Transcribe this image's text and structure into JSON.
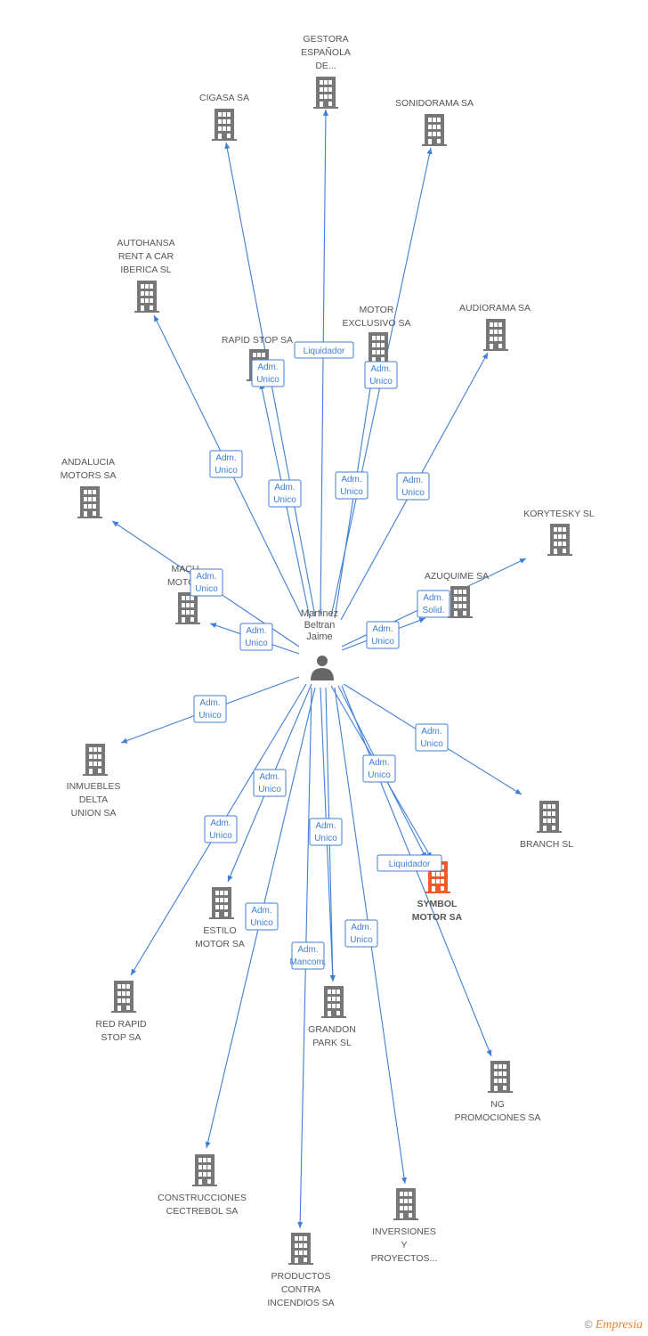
{
  "colors": {
    "edge": "#3f7fd6",
    "node": "#777777",
    "main_node": "#f05a28",
    "person": "#666666"
  },
  "center": {
    "name": [
      "Martinez",
      "Beltran",
      "Jaime"
    ],
    "icon": "person-icon"
  },
  "companies": [
    {
      "id": "gestora",
      "label": [
        "GESTORA",
        "ESPAÑOLA",
        "DE..."
      ],
      "icon": "building-icon"
    },
    {
      "id": "cigasa",
      "label": [
        "CIGASA SA"
      ],
      "icon": "building-icon"
    },
    {
      "id": "sonidorama",
      "label": [
        "SONIDORAMA SA"
      ],
      "icon": "building-icon"
    },
    {
      "id": "autohansa",
      "label": [
        "AUTOHANSA",
        "RENT A CAR",
        "IBERICA SL"
      ],
      "icon": "building-icon"
    },
    {
      "id": "motorexclusivo",
      "label": [
        "MOTOR",
        "EXCLUSIVO SA"
      ],
      "icon": "building-icon"
    },
    {
      "id": "audiorama",
      "label": [
        "AUDIORAMA SA"
      ],
      "icon": "building-icon"
    },
    {
      "id": "rapidstop",
      "label": [
        "RAPID STOP SA"
      ],
      "icon": "building-icon"
    },
    {
      "id": "andalucia",
      "label": [
        "ANDALUCIA",
        "MOTORS SA"
      ],
      "icon": "building-icon"
    },
    {
      "id": "korytesky",
      "label": [
        "KORYTESKY SL"
      ],
      "icon": "building-icon"
    },
    {
      "id": "azuquime",
      "label": [
        "AZUQUIME SA"
      ],
      "icon": "building-icon"
    },
    {
      "id": "macu",
      "label": [
        "MACU",
        "MOTO..."
      ],
      "icon": "building-icon"
    },
    {
      "id": "inmuebles",
      "label": [
        "INMUEBLES",
        "DELTA",
        "UNION SA"
      ],
      "icon": "building-icon"
    },
    {
      "id": "branch",
      "label": [
        "BRANCH SL"
      ],
      "icon": "building-icon"
    },
    {
      "id": "symbol",
      "label": [
        "SYMBOL",
        "MOTOR SA"
      ],
      "icon": "building-icon",
      "main": true
    },
    {
      "id": "estilo",
      "label": [
        "ESTILO",
        "MOTOR SA"
      ],
      "icon": "building-icon"
    },
    {
      "id": "redrapid",
      "label": [
        "RED RAPID",
        "STOP SA"
      ],
      "icon": "building-icon"
    },
    {
      "id": "grandon",
      "label": [
        "GRANDON",
        "PARK SL"
      ],
      "icon": "building-icon"
    },
    {
      "id": "ng",
      "label": [
        "NG",
        "PROMOCIONES SA"
      ],
      "icon": "building-icon"
    },
    {
      "id": "construcciones",
      "label": [
        "CONSTRUCCIONES",
        "CECTREBOL SA"
      ],
      "icon": "building-icon"
    },
    {
      "id": "inversiones",
      "label": [
        "INVERSIONES",
        "Y",
        "PROYECTOS..."
      ],
      "icon": "building-icon"
    },
    {
      "id": "productos",
      "label": [
        "PRODUCTOS",
        "CONTRA",
        "INCENDIOS SA"
      ],
      "icon": "building-icon"
    }
  ],
  "relations": [
    {
      "to": "gestora",
      "label": [
        "Liquidador"
      ]
    },
    {
      "to": "cigasa",
      "label": [
        "Adm.",
        "Unico"
      ]
    },
    {
      "to": "sonidorama",
      "label": [
        "Adm.",
        "Unico"
      ]
    },
    {
      "to": "autohansa",
      "label": [
        "Adm.",
        "Unico"
      ]
    },
    {
      "to": "rapidstop",
      "label": [
        "Adm.",
        "Unico"
      ]
    },
    {
      "to": "motorexclusivo",
      "label": [
        "Adm.",
        "Unico"
      ]
    },
    {
      "to": "audiorama",
      "label": [
        "Adm.",
        "Unico"
      ]
    },
    {
      "to": "andalucia",
      "label": [
        "Adm.",
        "Unico"
      ]
    },
    {
      "to": "macu",
      "label": [
        "Adm.",
        "Unico"
      ]
    },
    {
      "to": "azuquime",
      "label": [
        "Adm.",
        "Unico"
      ]
    },
    {
      "to": "korytesky",
      "label": [
        "Adm.",
        "Solid."
      ]
    },
    {
      "to": "inmuebles",
      "label": [
        "Adm.",
        "Unico"
      ]
    },
    {
      "to": "branch",
      "label": [
        "Adm.",
        "Unico"
      ]
    },
    {
      "to": "estilo",
      "label": [
        "Adm.",
        "Unico"
      ]
    },
    {
      "to": "redrapid",
      "label": [
        "Adm.",
        "Unico"
      ]
    },
    {
      "to": "symbol",
      "label": [
        "Adm.",
        "Unico"
      ]
    },
    {
      "to": "symbol",
      "label": [
        "Liquidador"
      ]
    },
    {
      "to": "grandon",
      "label": [
        "Adm.",
        "Unico"
      ]
    },
    {
      "to": "grandon",
      "label": [
        "Adm.",
        "Mancom."
      ]
    },
    {
      "to": "construcciones",
      "label": [
        "Adm.",
        "Unico"
      ]
    },
    {
      "to": "inversiones",
      "label": [
        "Adm.",
        "Unico"
      ]
    },
    {
      "to": "ng",
      "label": [
        "Adm.",
        "Unico"
      ]
    },
    {
      "to": "productos",
      "label": [
        "Adm.",
        "Unico"
      ]
    }
  ],
  "footer": {
    "copyright": "©",
    "brand": "Empresia"
  }
}
